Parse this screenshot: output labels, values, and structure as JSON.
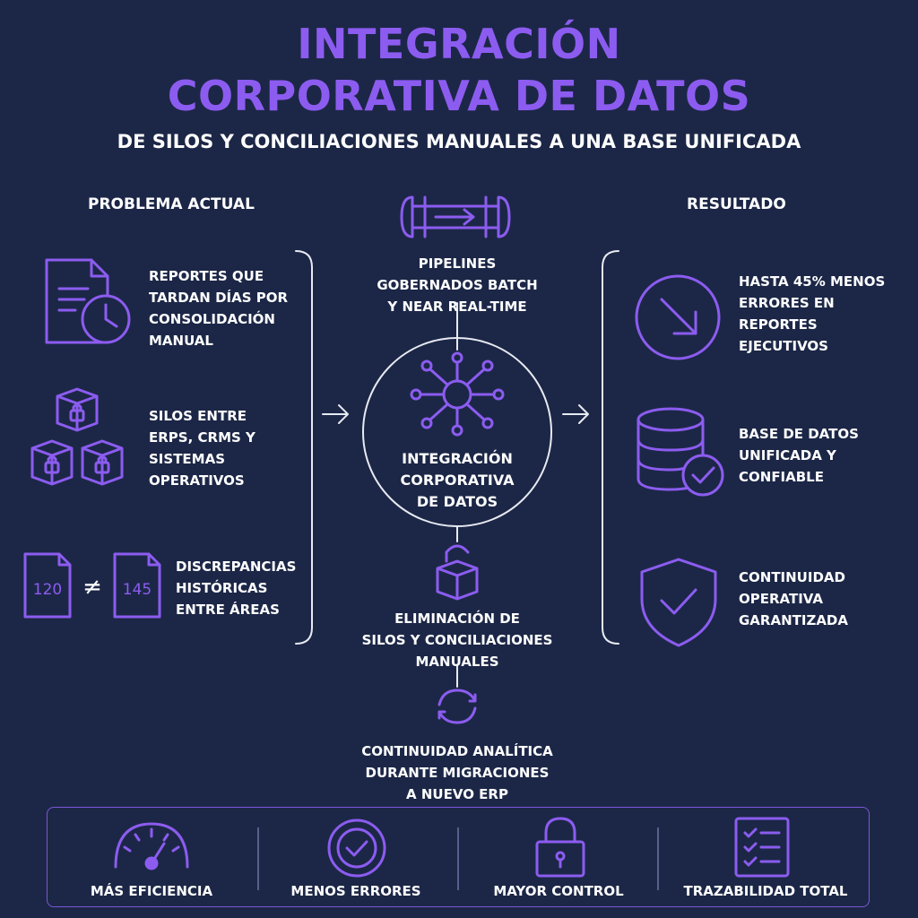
{
  "title_line1": "INTEGRACIÓN",
  "title_line2": "CORPORATIVA DE DATOS",
  "subtitle": "DE SILOS Y CONCILIACIONES MANUALES A UNA BASE UNIFICADA",
  "left": {
    "heading": "PROBLEMA ACTUAL",
    "items": [
      {
        "lines": [
          "REPORTES QUE",
          "TARDAN DÍAS POR",
          "CONSOLIDACIÓN",
          "MANUAL"
        ],
        "icon": "report-clock-icon"
      },
      {
        "lines": [
          "SILOS ENTRE",
          "ERPS, CRMS Y",
          "SISTEMAS",
          "OPERATIVOS"
        ],
        "icon": "locked-cubes-icon"
      },
      {
        "lines": [
          "DISCREPANCIAS",
          "HISTÓRICAS",
          "ENTRE ÁREAS"
        ],
        "icon": "document-mismatch-icon",
        "num_a": "120",
        "num_b": "145",
        "symbol": "≠"
      }
    ]
  },
  "center": {
    "pipeline": [
      "PIPELINES",
      "GOBERNADOS BATCH",
      "Y NEAR REAL-TIME"
    ],
    "hub": [
      "INTEGRACIÓN",
      "CORPORATIVA",
      "DE DATOS"
    ],
    "silos": [
      "ELIMINACIÓN DE",
      "SILOS Y CONCILIACIONES",
      "MANUALES"
    ],
    "continuity": [
      "CONTINUIDAD ANALÍTICA",
      "DURANTE MIGRACIONES",
      "A NUEVO ERP"
    ]
  },
  "right": {
    "heading": "RESULTADO",
    "items": [
      {
        "lines": [
          "HASTA 45% MENOS",
          "ERRORES EN",
          "REPORTES",
          "EJECUTIVOS"
        ],
        "icon": "arrow-down-circle-icon"
      },
      {
        "lines": [
          "BASE DE DATOS",
          "UNIFICADA Y",
          "CONFIABLE"
        ],
        "icon": "database-check-icon"
      },
      {
        "lines": [
          "CONTINUIDAD",
          "OPERATIVA",
          "GARANTIZADA"
        ],
        "icon": "shield-check-icon"
      }
    ]
  },
  "footer": [
    {
      "label": "MÁS EFICIENCIA",
      "icon": "speedometer-icon"
    },
    {
      "label": "MENOS ERRORES",
      "icon": "check-circle-icon"
    },
    {
      "label": "MAYOR CONTROL",
      "icon": "padlock-icon"
    },
    {
      "label": "TRAZABILIDAD TOTAL",
      "icon": "checklist-icon"
    }
  ],
  "colors": {
    "background": "#1c2747",
    "accent": "#8c5cf0",
    "text": "#ffffff"
  }
}
